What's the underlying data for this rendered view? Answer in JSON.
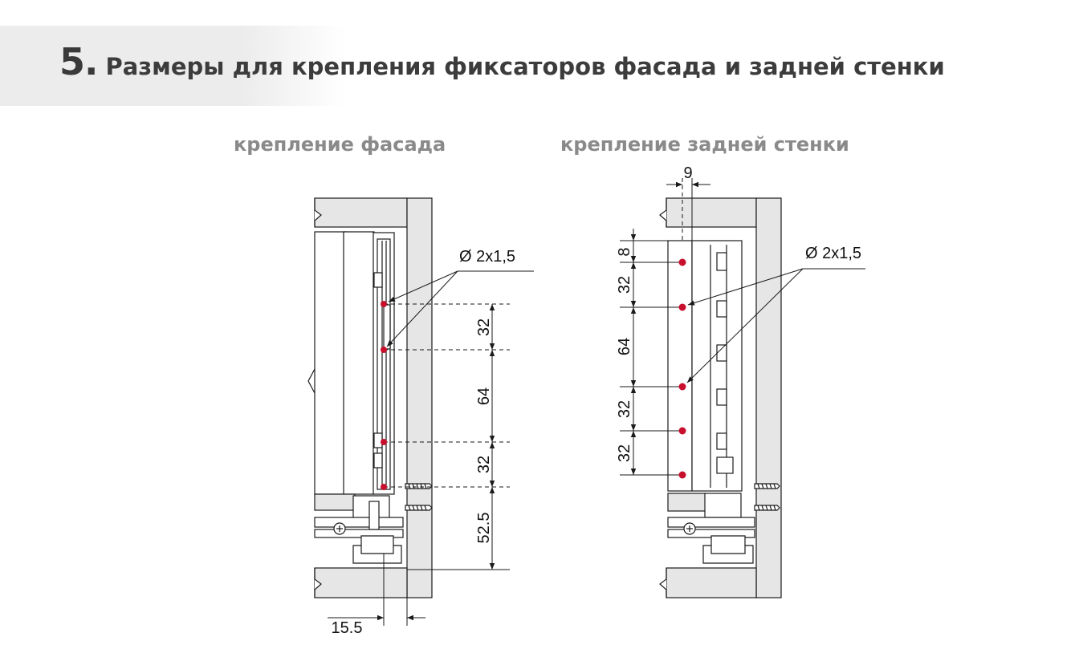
{
  "heading": {
    "number": "5.",
    "title": "Размеры для крепления фиксаторов фасада и задней стенки"
  },
  "front": {
    "label": "крепление фасада",
    "hole_label": "Ø 2x1,5",
    "dims": {
      "d1": "32",
      "d2": "64",
      "d3": "32",
      "d4": "52.5",
      "bottom": "15.5"
    }
  },
  "back": {
    "label": "крепление задней стенки",
    "hole_label": "Ø 2x1,5",
    "dims": {
      "top": "9",
      "d1": "8",
      "d2": "32",
      "d3": "64",
      "d4": "32",
      "d5": "32"
    }
  },
  "colors": {
    "hole": "#c8102e",
    "panel": "#e6e6e6",
    "line": "#1a1a1a"
  }
}
